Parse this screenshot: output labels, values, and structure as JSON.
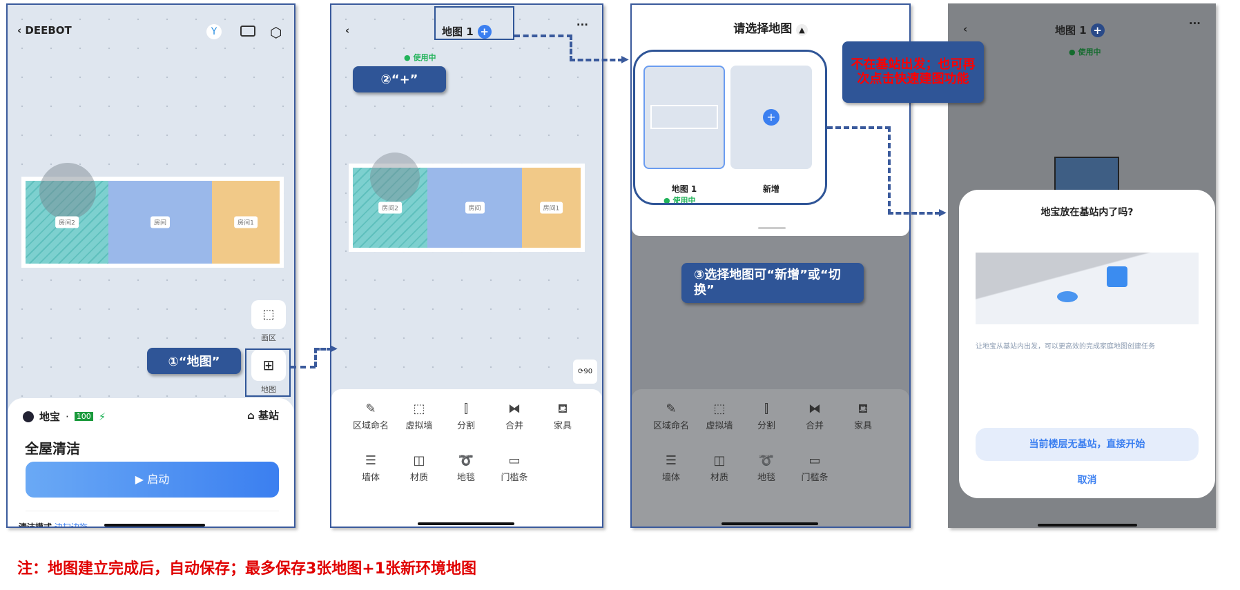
{
  "phone1": {
    "title": "DEEBOT",
    "rooms": [
      "房间2",
      "房间",
      "房间1"
    ],
    "draw_area": "画区",
    "map_btn": "地图",
    "robot_name": "地宝",
    "dot": "·",
    "battery": "100",
    "station": "基站",
    "clean_title": "全屋清洁",
    "start": "启动",
    "mode_label": "清洁模式",
    "mode_value": "边扫边拖"
  },
  "phone2": {
    "map_name": "地图 1",
    "status": "使用中",
    "rooms": [
      "房间2",
      "房间",
      "房间1"
    ],
    "rotate": "90",
    "tools": [
      {
        "label": "区域命名",
        "icon": "✎"
      },
      {
        "label": "虚拟墙",
        "icon": "⬚"
      },
      {
        "label": "分割",
        "icon": "⫿"
      },
      {
        "label": "合并",
        "icon": "⧓"
      },
      {
        "label": "家具",
        "icon": "⛾"
      },
      {
        "label": "墙体",
        "icon": "☰"
      },
      {
        "label": "材质",
        "icon": "◫"
      },
      {
        "label": "地毯",
        "icon": "➰"
      },
      {
        "label": "门槛条",
        "icon": "▭"
      }
    ]
  },
  "phone3": {
    "title": "请选择地图",
    "cards": [
      {
        "name": "地图 1",
        "status": "使用中"
      },
      {
        "name": "新增"
      }
    ]
  },
  "phone4": {
    "map_name": "地图 1",
    "status": "使用中",
    "dialog_title": "地宝放在基站内了吗?",
    "dialog_desc": "让地宝从基站内出发，可以更高效的完成家庭地图创建任务",
    "primary": "当前楼层无基站，直接开始",
    "cancel": "取消"
  },
  "callouts": {
    "c1": "①“地图”",
    "c2": "②“+”",
    "c3": "③选择地图可“新增”或“切换”",
    "red": "不在基站出发；也可再次点击快速建图功能"
  },
  "note": "注：地图建立完成后，自动保存；最多保存3张地图+1张新环境地图",
  "colors": {
    "accent": "#3b7ff0",
    "callout": "#2f5597",
    "green": "#22b35a",
    "red": "#e00000"
  }
}
